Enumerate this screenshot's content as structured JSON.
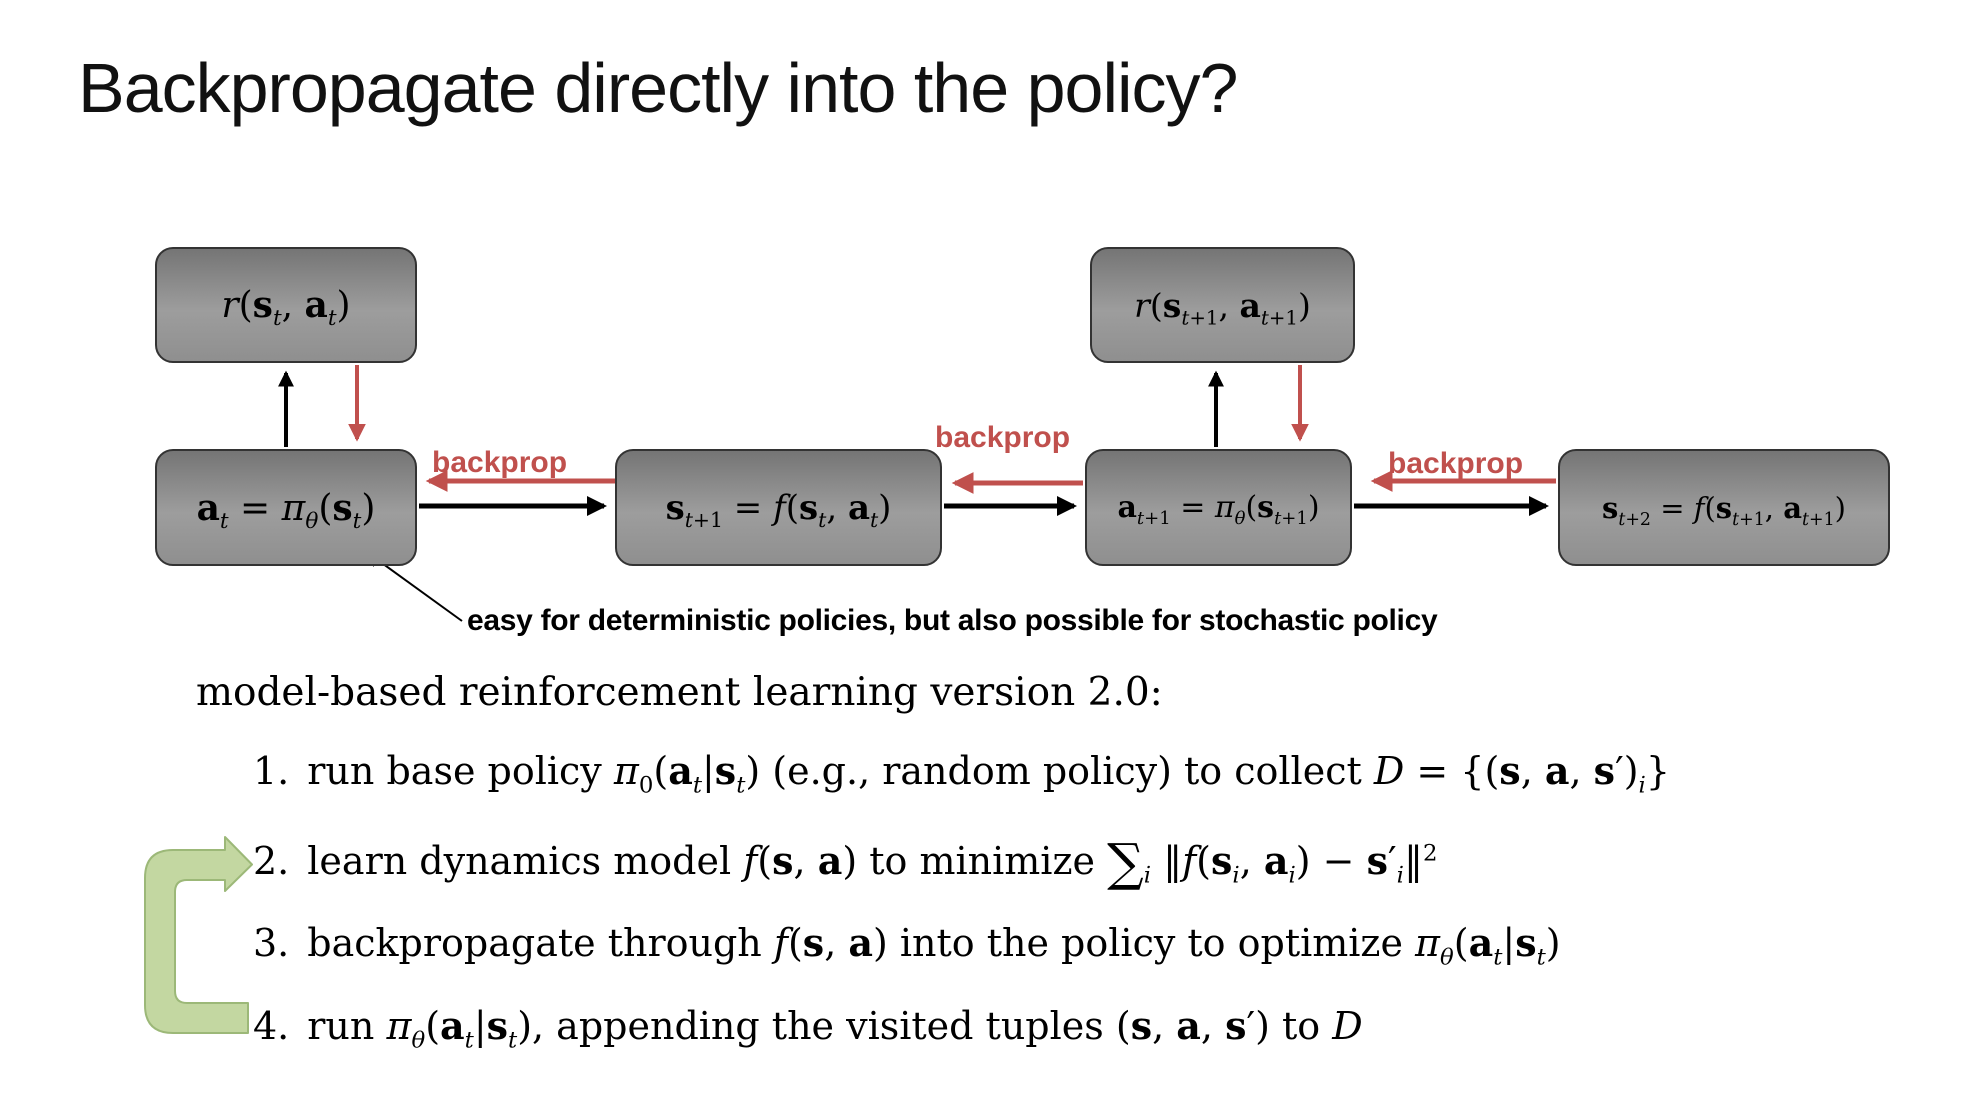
{
  "slide": {
    "title": "Backpropagate directly into the policy?"
  },
  "colors": {
    "backprop_red": "#c0504d",
    "box_fill_top": "#757575",
    "box_fill_mid": "#9d9d9d",
    "box_border": "#333333",
    "loop_green_fill": "#c3d7a1",
    "loop_green_stroke": "#9cb878",
    "arrow_black": "#000000"
  },
  "diagram": {
    "boxes": [
      {
        "id": "reward-t",
        "math": "<i>r</i>(<b>s</b><sub><i>t</i></sub>, <b>a</b><sub><i>t</i></sub>)"
      },
      {
        "id": "action-t",
        "math": "<b>a</b><sub><i>t</i></sub> = <i>&#960;</i><sub><i>&#952;</i></sub>(<b>s</b><sub><i>t</i></sub>)"
      },
      {
        "id": "state-t1",
        "math": "<b>s</b><sub><i>t</i>+1</sub> = <i>f</i>(<b>s</b><sub><i>t</i></sub>, <b>a</b><sub><i>t</i></sub>)"
      },
      {
        "id": "reward-t1",
        "math": "<i>r</i>(<b>s</b><sub><i>t</i>+1</sub>, <b>a</b><sub><i>t</i>+1</sub>)"
      },
      {
        "id": "action-t1",
        "math": "<b>a</b><sub><i>t</i>+1</sub> = <i>&#960;</i><sub><i>&#952;</i></sub>(<b>s</b><sub><i>t</i>+1</sub>)"
      },
      {
        "id": "state-t2",
        "math": "<b>s</b><sub><i>t</i>+2</sub> = <i>f</i>(<b>s</b><sub><i>t</i>+1</sub>, <b>a</b><sub><i>t</i>+1</sub>)"
      }
    ],
    "backprop_labels": [
      "backprop",
      "backprop",
      "backprop"
    ],
    "annotation": "easy for deterministic policies, but also possible for stochastic policy"
  },
  "body": {
    "intro": "model-based reinforcement learning version 2.0:",
    "steps": [
      {
        "num": "1.",
        "html": "run base policy <i>&#960;</i><sub>0</sub>(<b>a</b><sub><i>t</i></sub>|<b>s</b><sub><i>t</i></sub>) (e.g., random policy) to collect <i class='scrD'>D</i> = {(<b>s</b>, <b>a</b>, <b>s</b>&#8242;)<sub><i>i</i></sub>}"
      },
      {
        "num": "2.",
        "html": "learn dynamics model <i>f</i>(<b>s</b>, <b>a</b>) to minimize <span class='bigop'>&#8721;</span><sub><i>i</i></sub> &#8214;<i>f</i>(<b>s</b><sub><i>i</i></sub>, <b>a</b><sub><i>i</i></sub>) &#8722; <b>s</b>&#8242;<sub><i>i</i></sub>&#8214;<sup>2</sup>"
      },
      {
        "num": "3.",
        "html": "backpropagate through <i>f</i>(<b>s</b>, <b>a</b>) into the policy to optimize <i>&#960;</i><sub><i>&#952;</i></sub>(<b>a</b><sub><i>t</i></sub>|<b>s</b><sub><i>t</i></sub>)"
      },
      {
        "num": "4.",
        "html": "run <i>&#960;</i><sub><i>&#952;</i></sub>(<b>a</b><sub><i>t</i></sub>|<b>s</b><sub><i>t</i></sub>), appending the visited tuples (<b>s</b>, <b>a</b>, <b>s</b>&#8242;) to <i class='scrD'>D</i>"
      }
    ]
  }
}
